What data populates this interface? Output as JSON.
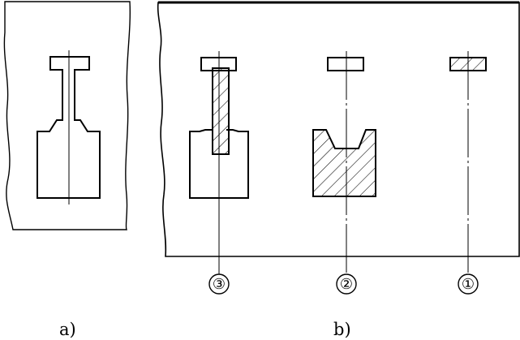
{
  "figure": {
    "panel_a_label": "a)",
    "panel_b_label": "b)",
    "step_labels": [
      "③",
      "②",
      "①"
    ]
  },
  "colors": {
    "stroke": "#000000",
    "background": "#ffffff"
  }
}
